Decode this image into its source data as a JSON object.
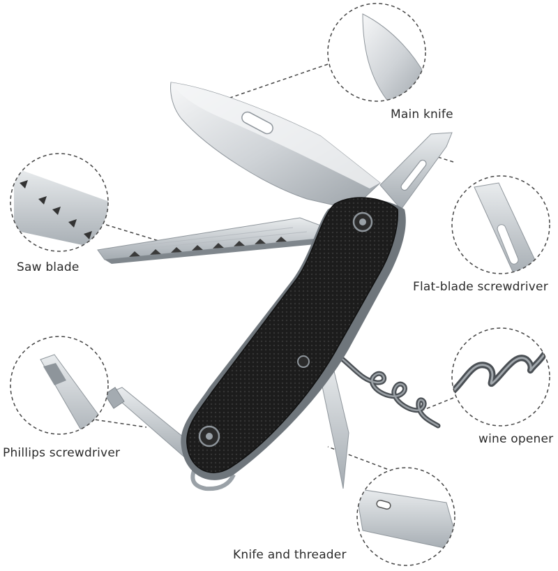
{
  "labels": {
    "main_knife": "Main knife",
    "saw_blade": "Saw blade",
    "flat_screwdriver": "Flat-blade screwdriver",
    "phillips_screwdriver": "Phillips screwdriver",
    "wine_opener": "wine opener",
    "knife_threader": "Knife and threader"
  },
  "colors": {
    "handle": "#1c1c1c",
    "steel_light": "#eef0f2",
    "steel_mid": "#c9cdd1",
    "steel_dark": "#8e959b",
    "callout_line": "#444444",
    "label_text": "#2a2a2a"
  }
}
